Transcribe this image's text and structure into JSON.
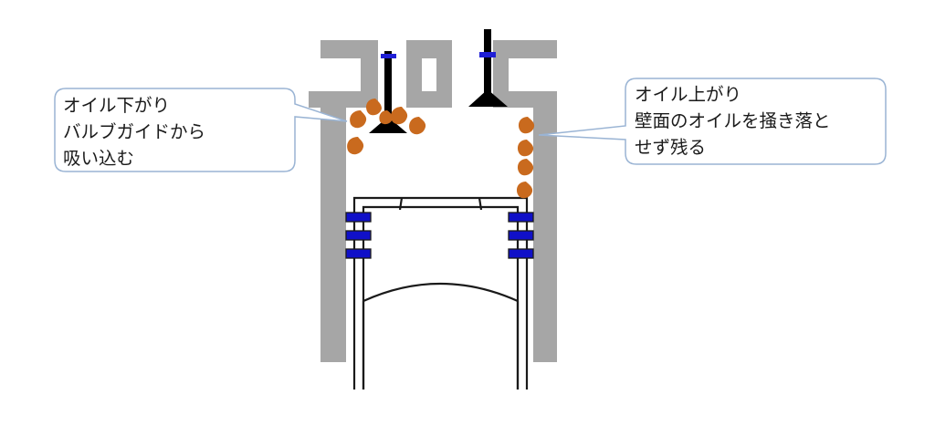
{
  "callouts": {
    "left": {
      "lines": [
        "オイル下がり",
        "バルブガイドから",
        "吸い込む"
      ]
    },
    "right": {
      "lines": [
        "オイル上がり",
        "壁面のオイルを掻き落と",
        "せず残る"
      ]
    }
  },
  "colors": {
    "wall": "#a6a6a6",
    "valve": "#000000",
    "valve_marker": "#1f1fd6",
    "oil": "#c96a1e",
    "piston_ring": "#1010c8",
    "callout_border": "#9ab4d4"
  },
  "oil_drops": {
    "near_intake_valve": 6,
    "on_cylinder_wall": 4
  },
  "piston_rings": {
    "per_side": 3
  }
}
